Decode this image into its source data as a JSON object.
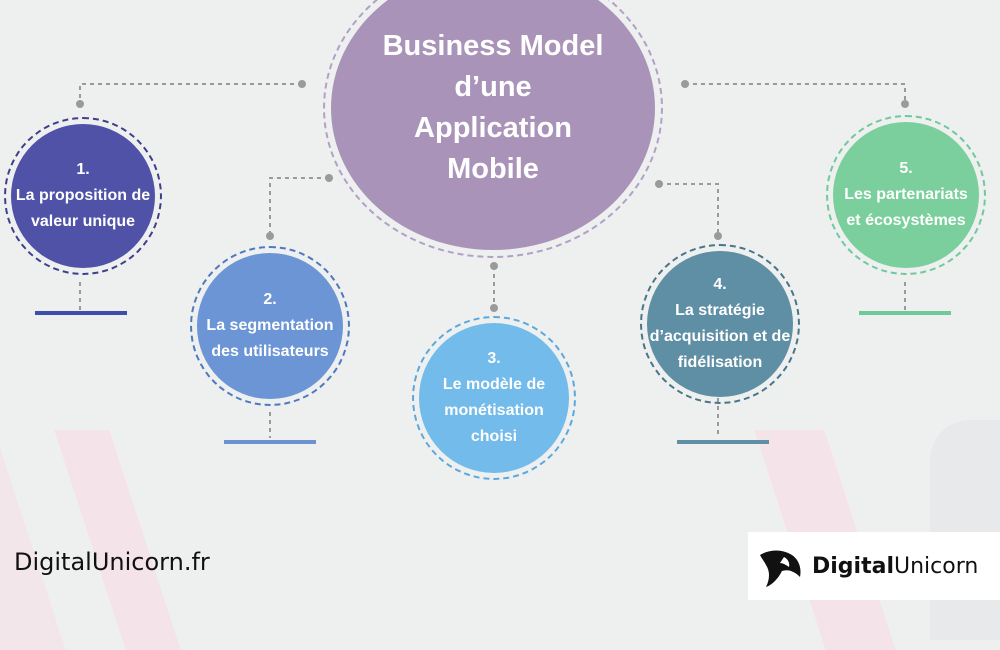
{
  "center": {
    "title": "Business Model d’une Application Mobile",
    "color": "#a993b9"
  },
  "nodes": [
    {
      "number": "1.",
      "label": "La proposition de valeur unique",
      "color": "#4f52a6",
      "base_color": "#3d4fa8"
    },
    {
      "number": "2.",
      "label": "La segmentation des utilisateurs",
      "color": "#6c95d6",
      "base_color": "#6b93d4"
    },
    {
      "number": "3.",
      "label": "Le modèle de monétisation choisi",
      "color": "#72bbea",
      "base_color": "#72bbea"
    },
    {
      "number": "4.",
      "label": "La stratégie d’acquisition et de fidélisation",
      "color": "#5f8fa4",
      "base_color": "#5f8fa4"
    },
    {
      "number": "5.",
      "label": "Les partenariats et écosystèmes",
      "color": "#7bcf9c",
      "base_color": "#6fc99a"
    }
  ],
  "footer": {
    "site": "DigitalUnicorn.fr",
    "logo_bold": "Digital",
    "logo_regular": "Unicorn"
  }
}
